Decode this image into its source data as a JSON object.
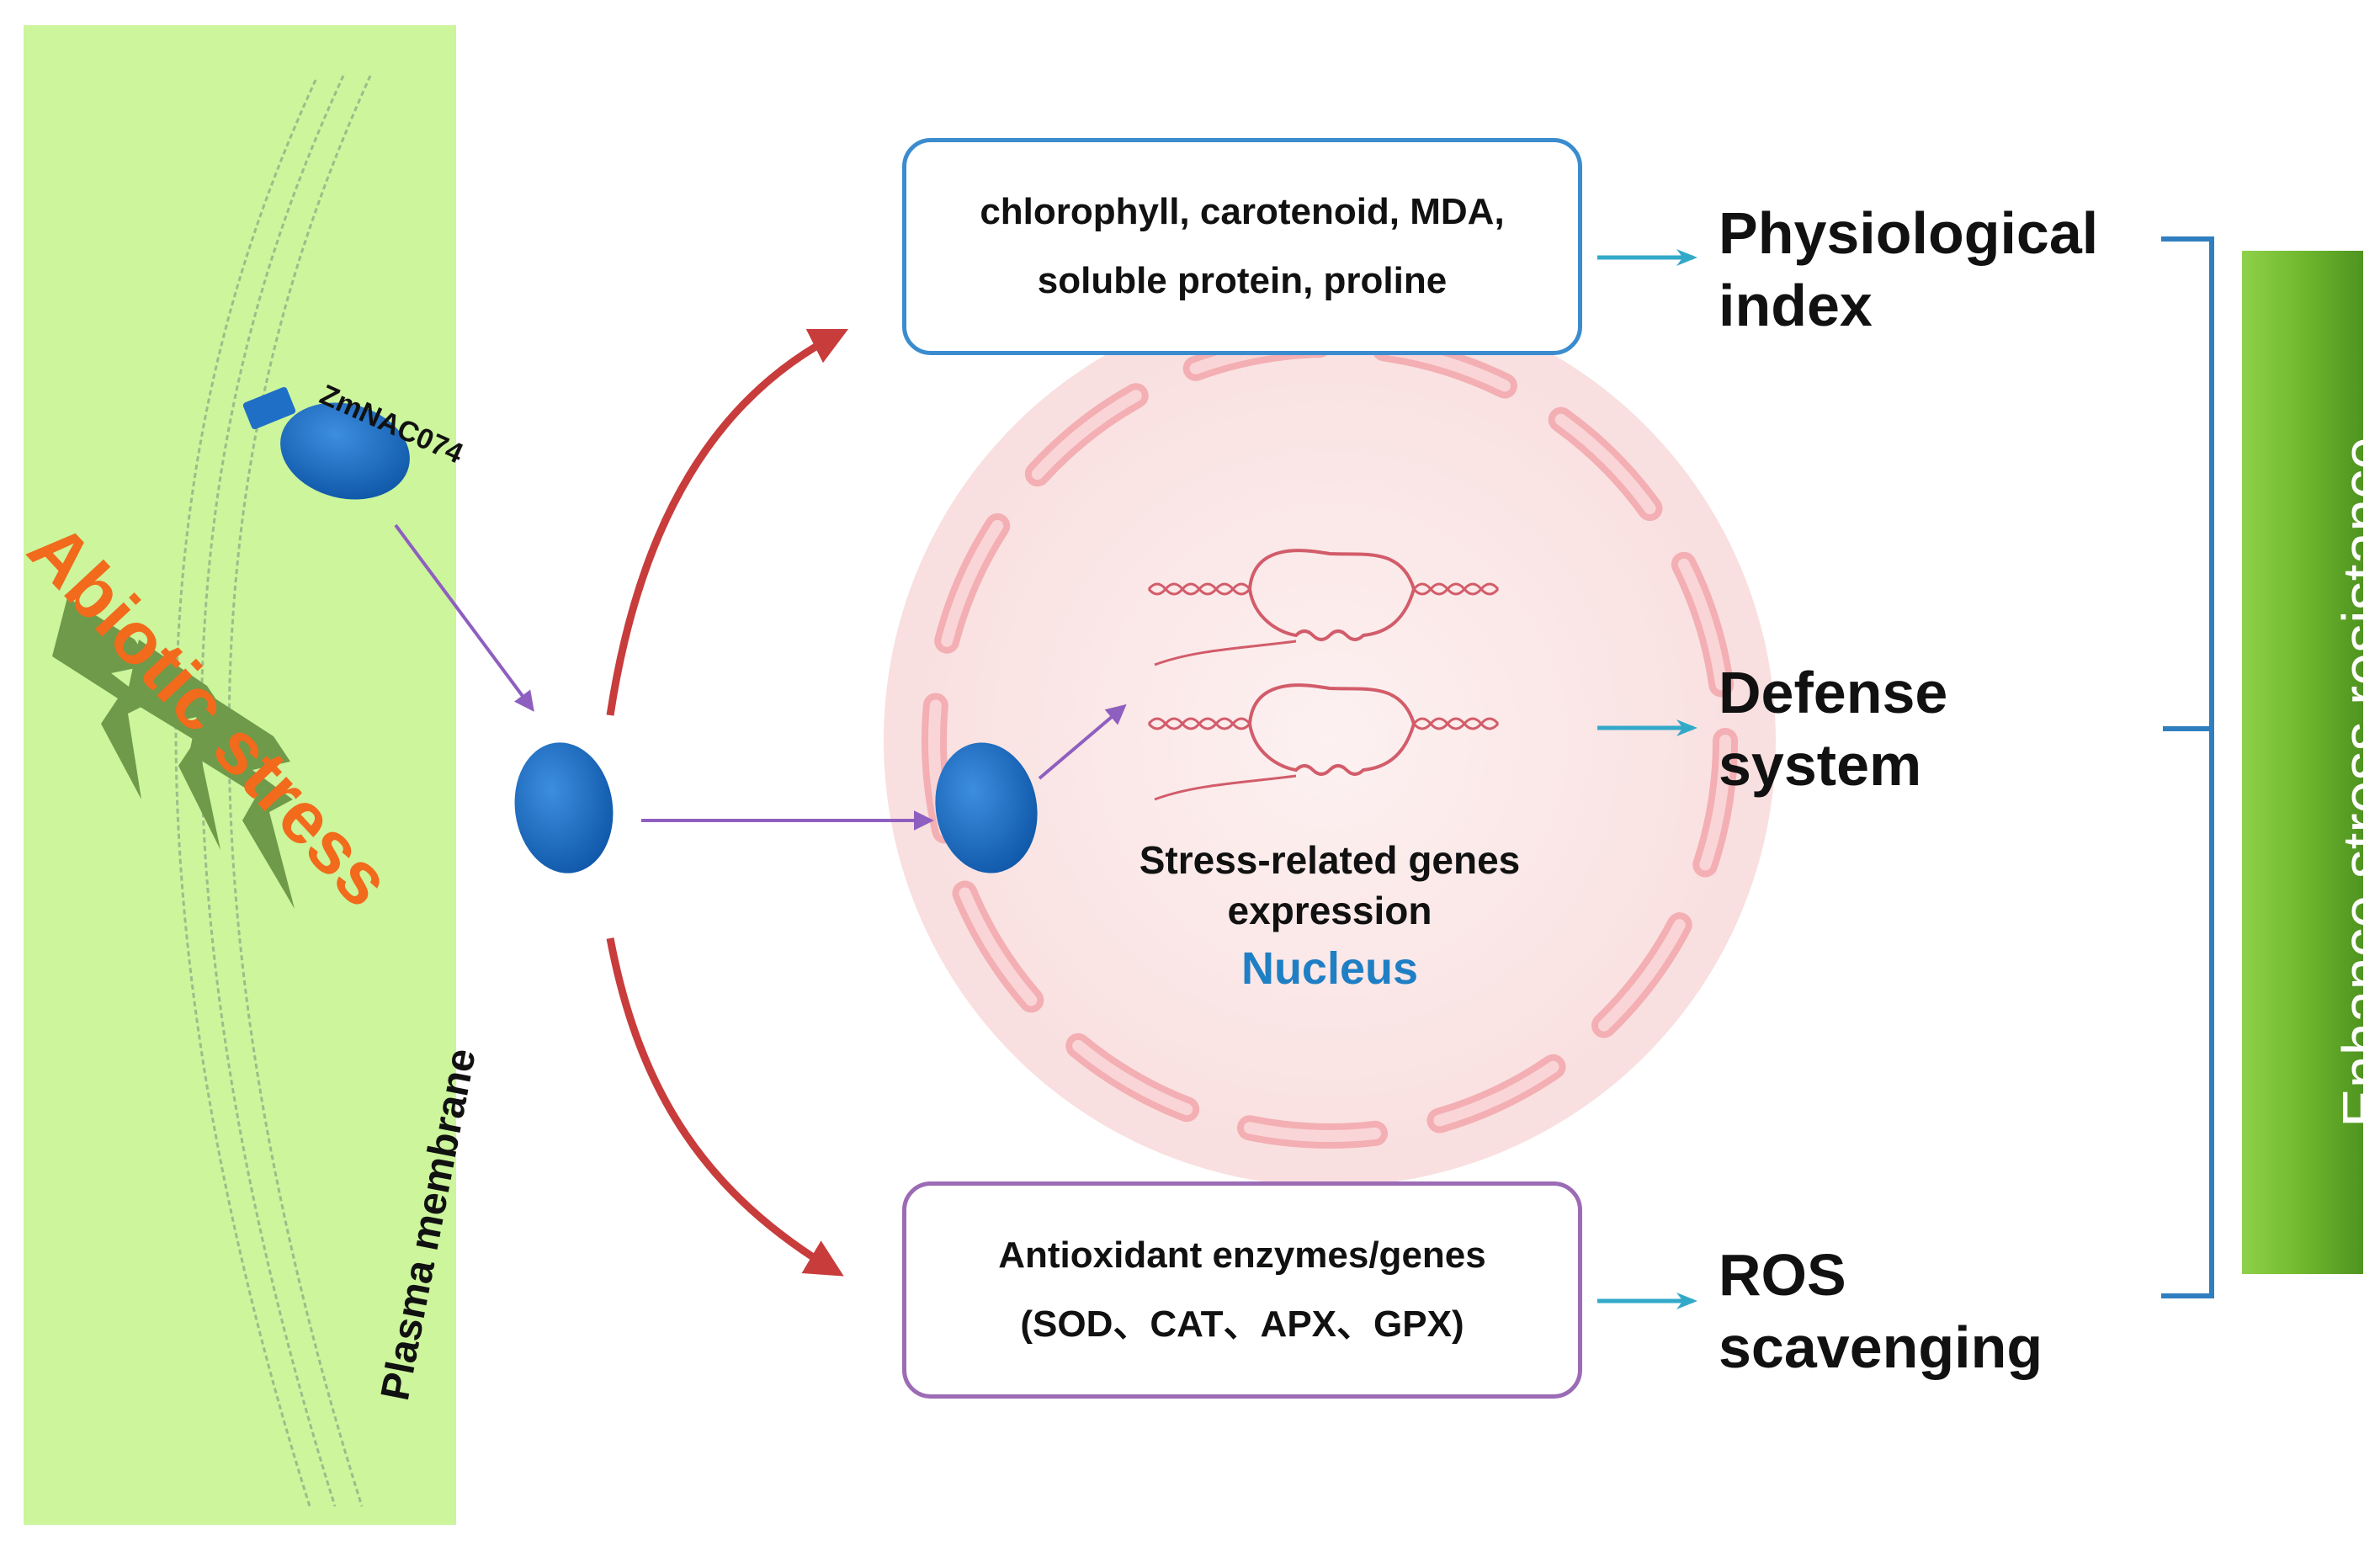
{
  "membrane": {
    "label": "Plasma membrane",
    "fill": "#ccf59c"
  },
  "stress": {
    "label": "Abiotic stress",
    "color": "#f26a1b",
    "bolt_color": "#6e9a4a"
  },
  "protein": {
    "label": "ZmNAC074",
    "color": "#1f6fc7"
  },
  "nucleus": {
    "genes_label_line1": "Stress-related genes",
    "genes_label_line2": "expression",
    "label": "Nucleus",
    "label_color": "#1f7fc4",
    "envelope_color": "#f1a3a8"
  },
  "boxes": {
    "physiology": {
      "line1": "chlorophyll, carotenoid, MDA,",
      "line2": "soluble protein, proline",
      "border_color": "#3b8ccf"
    },
    "antioxidant": {
      "line1": "Antioxidant enzymes/genes",
      "line2": "(SOD、CAT、APX、GPX)",
      "border_color": "#9c6bb5"
    }
  },
  "outcomes": {
    "physiological": {
      "line1": "Physiological",
      "line2": "index"
    },
    "defense": {
      "line1": "Defense",
      "line2": "system"
    },
    "ros": {
      "line1": "ROS",
      "line2": "scavenging"
    }
  },
  "result": {
    "label": "Enhance stress resistance",
    "bar_color": "#6fb82d",
    "bracket_color": "#2f7fc0"
  },
  "arrow_colors": {
    "translocation": "#8e5fbf",
    "curved": "#c83c3c",
    "outcome": "#33a9c9"
  }
}
